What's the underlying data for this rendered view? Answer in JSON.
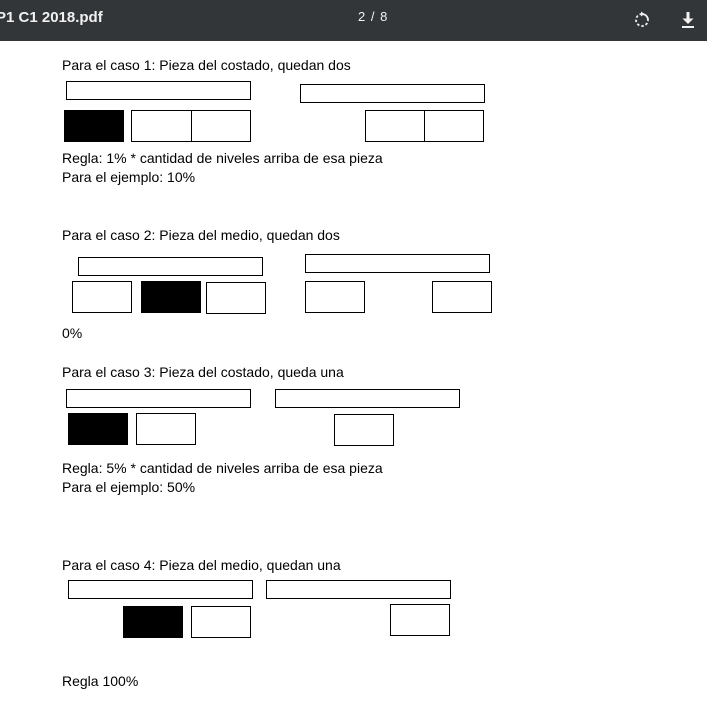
{
  "toolbar": {
    "title": "P1 C1 2018.pdf",
    "page_indicator": "2 / 8",
    "rotate_icon": "rotate-icon",
    "download_icon": "download-icon"
  },
  "cases": [
    {
      "heading": "Para el caso 1:  Pieza del costado, quedan dos",
      "rule": "Regla: 1%  * cantidad de niveles arriba de esa pieza",
      "example": "Para el ejemplo: 10%"
    },
    {
      "heading": "Para el caso 2:  Pieza del medio, quedan dos",
      "rule": "0%"
    },
    {
      "heading": "Para el caso 3:  Pieza del costado, queda una",
      "rule": "Regla: 5%  * cantidad de niveles arriba de esa pieza",
      "example": "Para el ejemplo: 50%"
    },
    {
      "heading": "Para el caso 4:  Pieza del medio, quedan una",
      "rule": "Regla 100%"
    }
  ]
}
